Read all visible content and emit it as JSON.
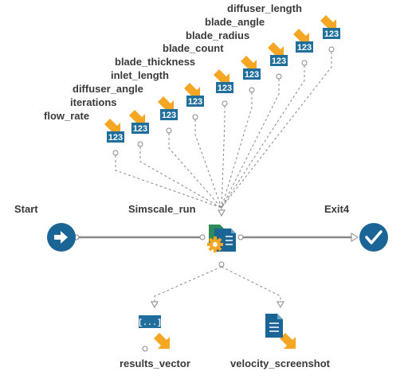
{
  "nodes": {
    "start": {
      "label": "Start"
    },
    "simscale": {
      "label": "Simscale_run"
    },
    "exit": {
      "label": "Exit4"
    }
  },
  "inputs": [
    {
      "name": "flow_rate",
      "badge": "123"
    },
    {
      "name": "iterations",
      "badge": "123"
    },
    {
      "name": "diffuser_angle",
      "badge": "123"
    },
    {
      "name": "inlet_length",
      "badge": "123"
    },
    {
      "name": "blade_thickness",
      "badge": "123"
    },
    {
      "name": "blade_count",
      "badge": "123"
    },
    {
      "name": "blade_radius",
      "badge": "123"
    },
    {
      "name": "blade_angle",
      "badge": "123"
    },
    {
      "name": "diffuser_length",
      "badge": "123"
    }
  ],
  "outputs": [
    {
      "name": "results_vector",
      "badge": "[...]"
    },
    {
      "name": "velocity_screenshot"
    }
  ],
  "colors": {
    "badge": "#1f6e9c",
    "arrow": "#f5a623",
    "node": "#1a6496",
    "line": "#888888"
  },
  "icons": {
    "start": "arrow-right-icon",
    "exit": "checkmark-icon",
    "simscale": "document-gear-icon",
    "input": "number-input-icon",
    "results": "vector-icon",
    "screenshot": "document-icon"
  }
}
